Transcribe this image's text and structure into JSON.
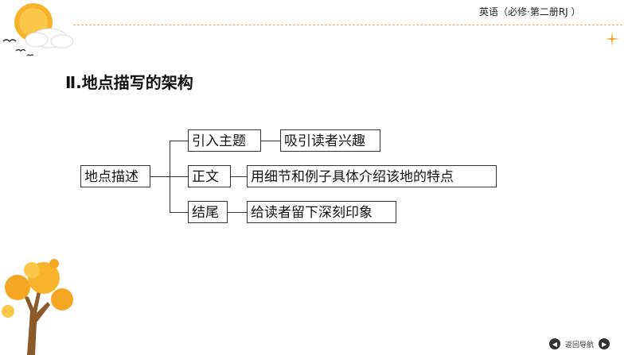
{
  "header": {
    "title": "英语（必修·第二册RJ ）"
  },
  "section": {
    "title": "Ⅱ.地点描写的架构"
  },
  "diagram": {
    "root": "地点描述",
    "branches": [
      {
        "label": "引入主题",
        "detail": "吸引读者兴趣"
      },
      {
        "label": "正文",
        "detail": "用细节和例子具体介绍该地的特点"
      },
      {
        "label": "结尾",
        "detail": "给读者留下深刻印象"
      }
    ]
  },
  "footer": {
    "nav_label": "返回导航"
  },
  "colors": {
    "sun": "#f7b32b",
    "tree_leaves": "#f5a623",
    "trunk": "#8b5a2b",
    "accent_line": "#e7b24a"
  }
}
